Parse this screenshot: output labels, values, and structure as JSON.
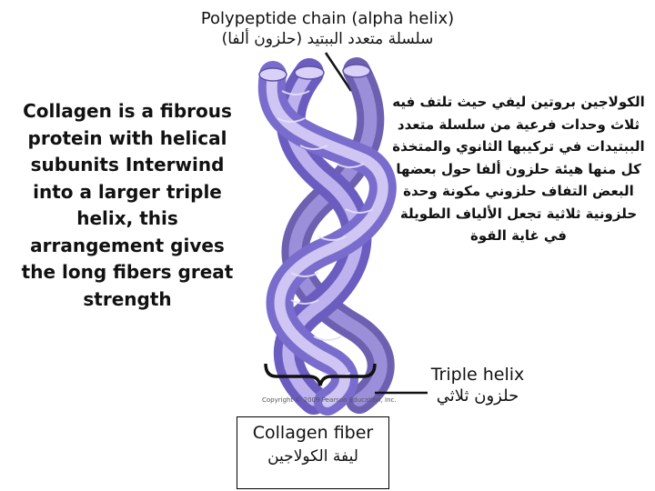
{
  "title": {
    "en": "Polypeptide chain (alpha helix)",
    "ar": "سلسلة متعدد الببتيد (حلزون ألفا)"
  },
  "left_description": "Collagen is a fibrous protein with helical subunits Interwind into a larger triple helix, this arrangement gives the long fibers great strength",
  "right_description": "الكولاجين بروتين ليفي حيث تلتف فيه ثلاث وحدات فرعية من سلسلة متعدد الببتيدات في تركيبها الثانوي والمتخذة كل منها هيئة حلزون ألفا حول بعضها البعض التفاف حلزوني مكونة وحدة حلزونية ثلاثية تجعل الألياف الطويلة في غاية القوة",
  "triple_helix_label": {
    "en": "Triple helix",
    "ar": "حلزون ثلاثي"
  },
  "collagen_fiber_label": {
    "en": "Collagen fiber",
    "ar": "ليفة الكولاجين"
  },
  "copyright": "Copyright © 2009 Pearson Education, Inc.",
  "colors": {
    "helix_fill": "#8f7fd6",
    "helix_light": "#c9bff0",
    "helix_dark": "#5e4fa8",
    "inner_helix": "#d7ccf2"
  }
}
